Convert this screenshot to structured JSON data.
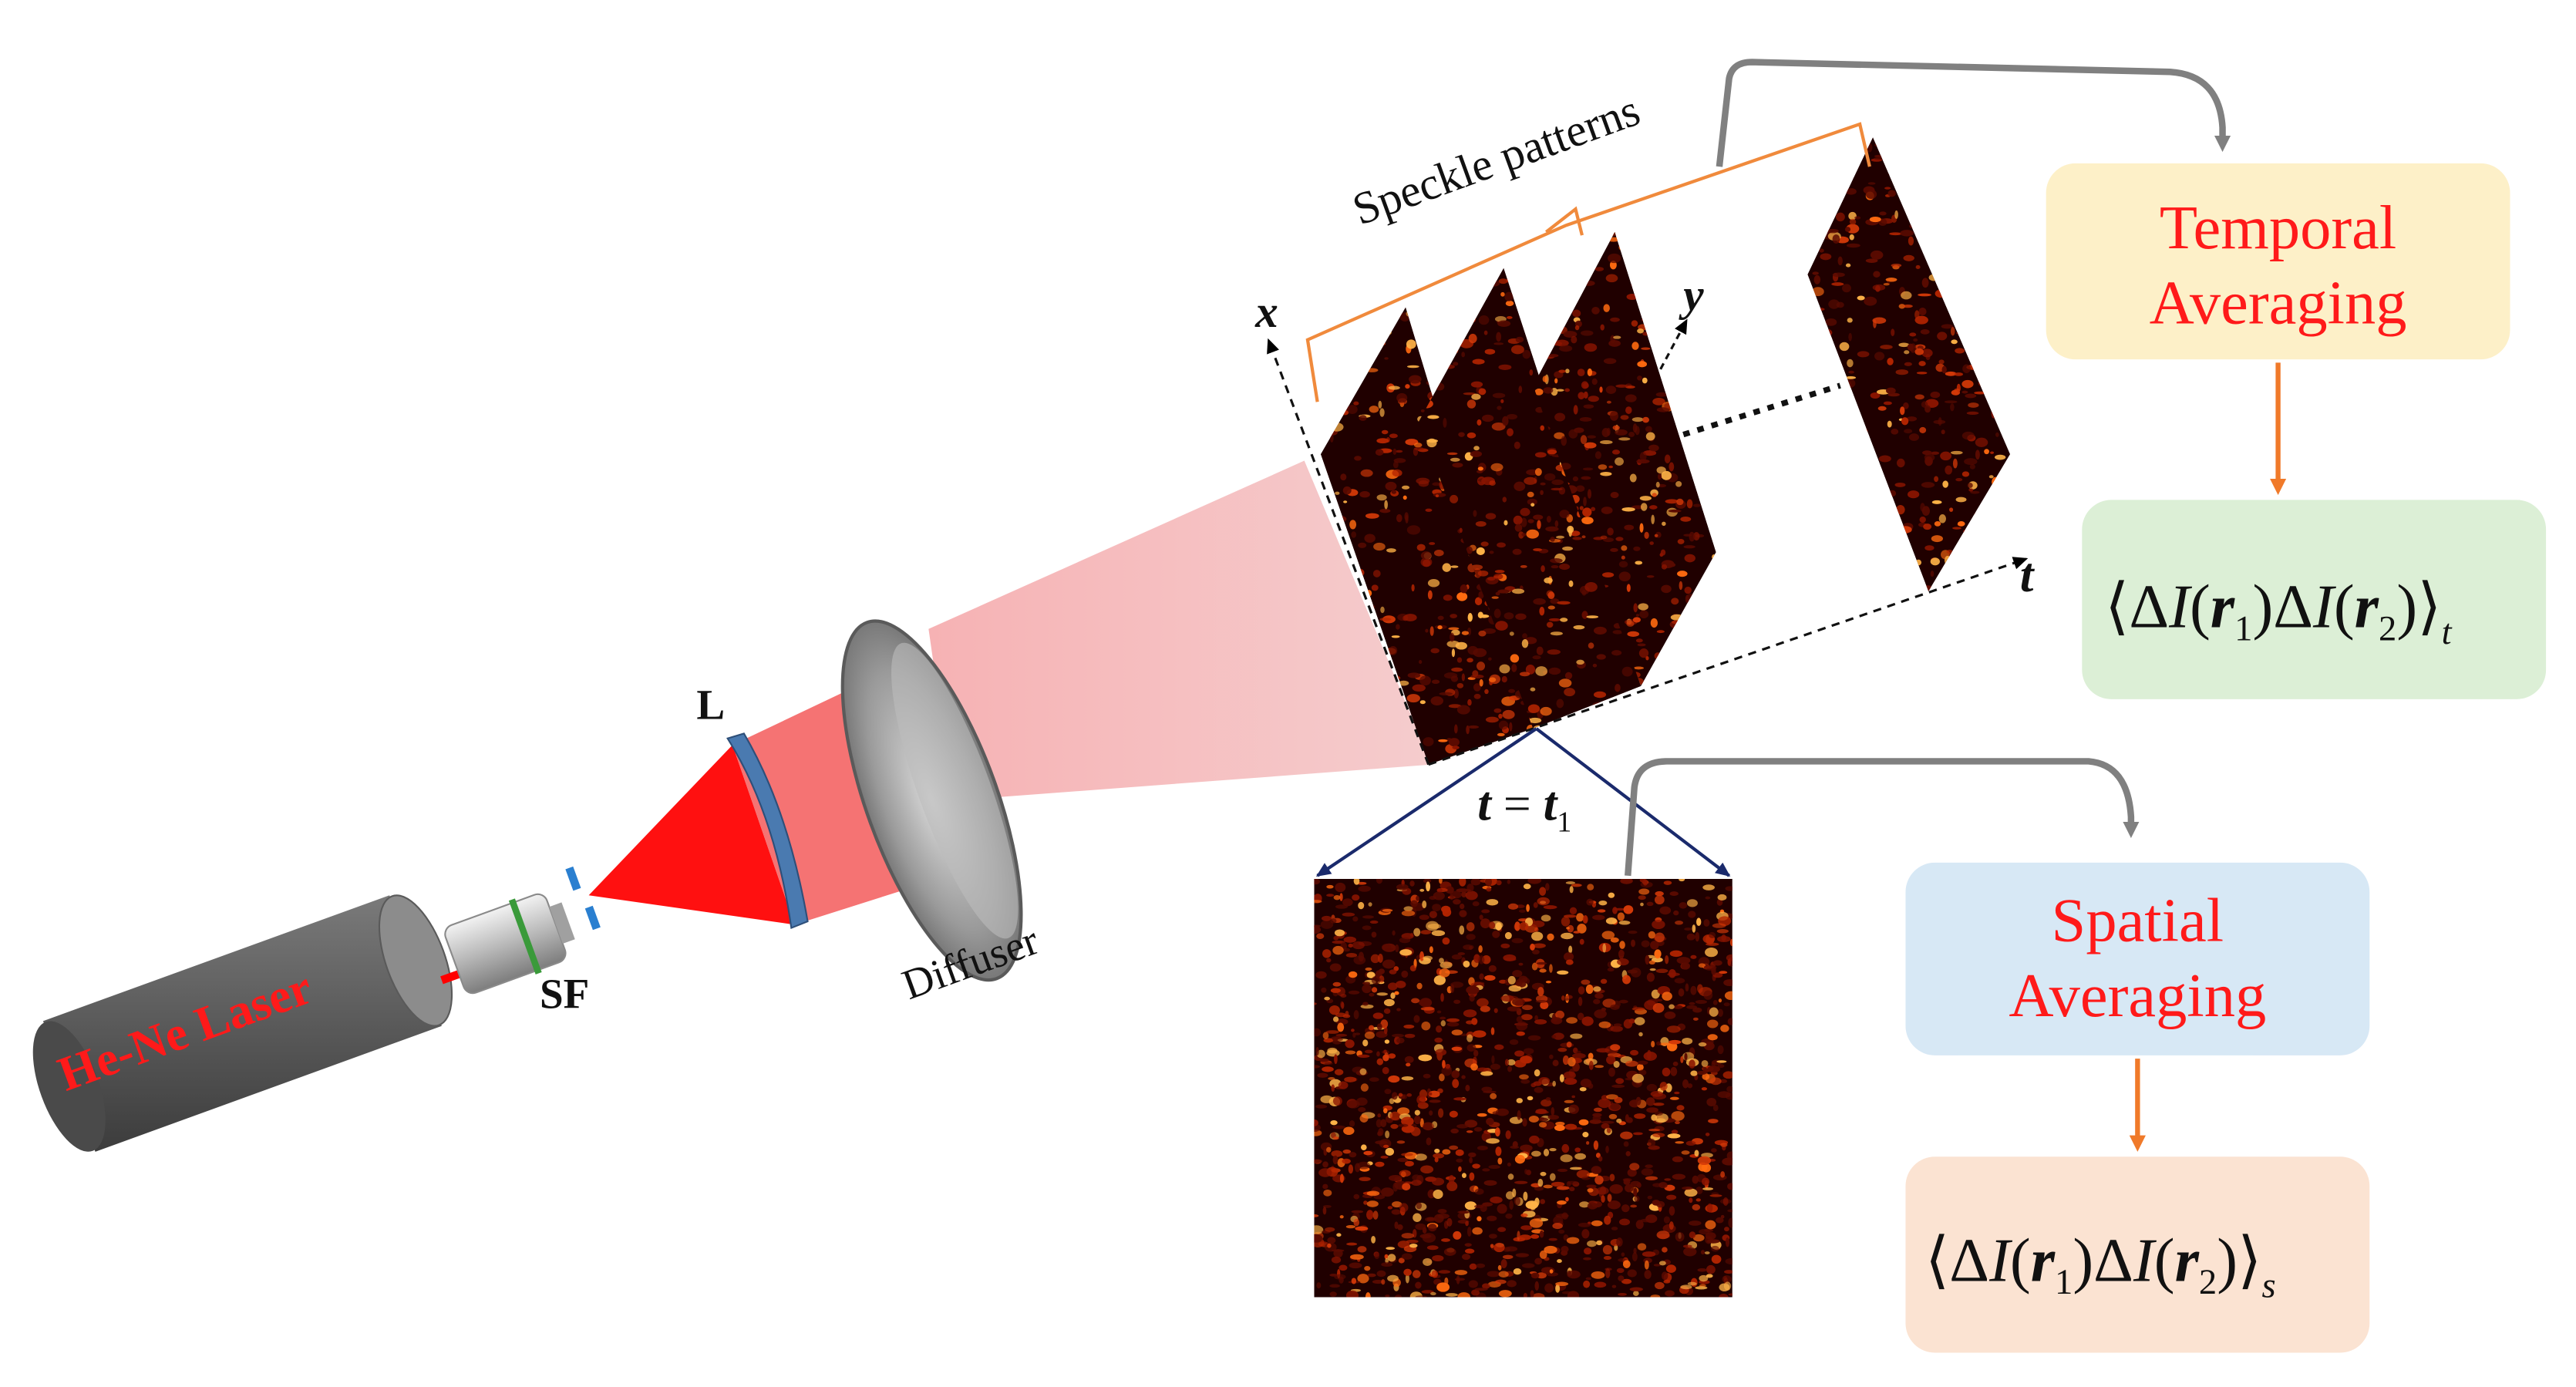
{
  "components": {
    "laser": "He-Ne Laser",
    "spatial_filter": "SF",
    "lens": "L",
    "diffuser": "Diffuser",
    "speckle_label": "Speckle patterns"
  },
  "axes": {
    "x": "x",
    "y": "y",
    "t": "t"
  },
  "snapshot": {
    "lhs": "t",
    "eq": " = ",
    "rhs": "t",
    "sub": "1"
  },
  "boxes": {
    "temporal": {
      "line1": "Temporal",
      "line2": "Averaging",
      "fill": "#fdf0c8"
    },
    "spatial": {
      "line1": "Spatial",
      "line2": "Averaging",
      "fill": "#d7e8f5"
    },
    "temporal_result": {
      "fill": "#dcefd6",
      "subscript": "t"
    },
    "spatial_result": {
      "fill": "#fbe3d2",
      "subscript": "s"
    }
  },
  "formula": {
    "langle": "⟨",
    "rangle": "⟩",
    "delta": "Δ",
    "I": "I",
    "open": "(",
    "close": ")",
    "r": "r",
    "sub1": "1",
    "sub2": "2"
  },
  "colors": {
    "laser_beam": "#ff0000",
    "label_red": "#ff1a1a",
    "orange_brace": "#f08a3c",
    "orange_arrow": "#f07a2a",
    "grey_arrow": "#808080",
    "navy_line": "#1a2a6c",
    "speckle_dark": "#200000",
    "speckle_bright": "#ff6a10"
  }
}
